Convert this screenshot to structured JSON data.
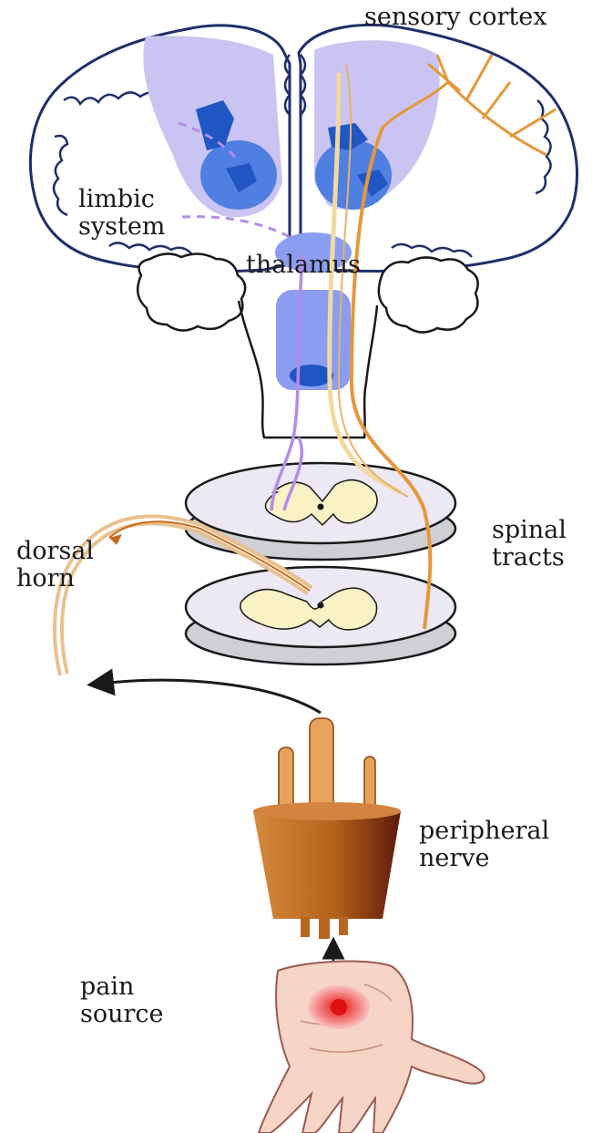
{
  "labels": {
    "sensory_cortex": "sensory cortex",
    "limbic_line1": "limbic",
    "limbic_line2": "system",
    "thalamus": "thalamus",
    "spinal_line1": "spinal",
    "spinal_line2": "tracts",
    "dorsal_line1": "dorsal",
    "dorsal_line2": "horn",
    "peripheral_line1": "peripheral",
    "peripheral_line2": "nerve",
    "pain_line1": "pain",
    "pain_line2": "source"
  },
  "colors": {
    "brain_outline": "#1f2f6b",
    "white_matter": "#c9c4f2",
    "nuclei": "#4f7fe0",
    "nuclei_dark": "#1f56c4",
    "purple_pathway": "#b58be8",
    "orange_pathway": "#e6973a",
    "yellow_pathway": "#f2d9a0",
    "spinal_gray": "#ece9f5",
    "spinal_horn": "#f8f2c4",
    "nerve": "#b8661e",
    "hand": "#f6d4c6",
    "pain": "#e01818"
  }
}
